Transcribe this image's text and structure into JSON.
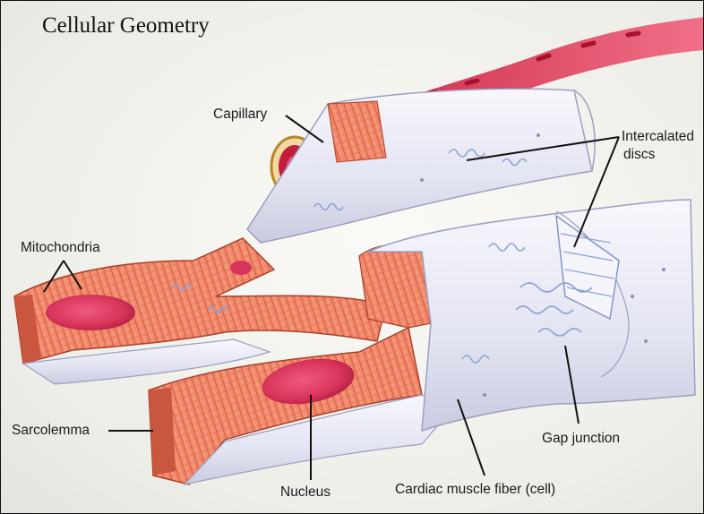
{
  "title": "Cellular Geometry",
  "labels": {
    "capillary": "Capillary",
    "intercalated_line1": "Intercalated",
    "intercalated_line2": "discs",
    "mitochondria": "Mitochondria",
    "sarcolemma": "Sarcolemma",
    "nucleus": "Nucleus",
    "cardiac_fiber": "Cardiac muscle fiber (cell)",
    "gap_junction": "Gap junction"
  },
  "colors": {
    "muscle": "#ef7f62",
    "muscle_dark": "#d4563c",
    "nucleus": "#d8345a",
    "sarcolemma": "#e8e9f4",
    "capillary": "#e04060"
  }
}
